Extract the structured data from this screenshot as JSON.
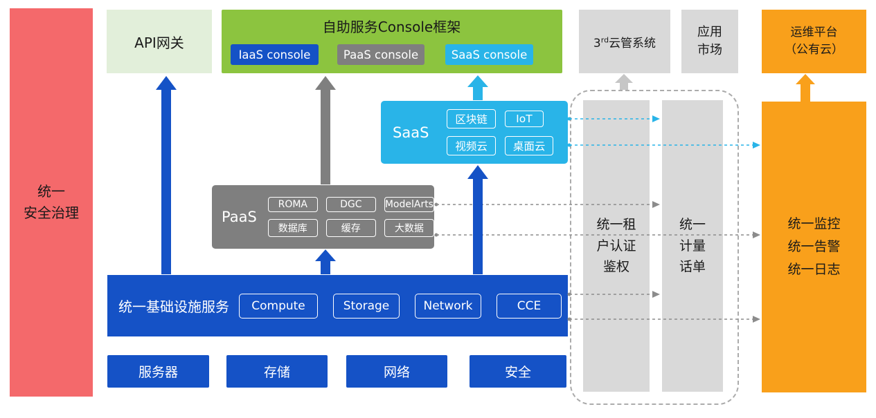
{
  "security_bar": {
    "label": "统一\n安全治理"
  },
  "api_gateway": {
    "label": "API网关"
  },
  "console_framework": {
    "title": "自助服务Console框架",
    "chips": [
      {
        "label": "IaaS console",
        "color": "#1552c6"
      },
      {
        "label": "PaaS console",
        "color": "#7f7f7f"
      },
      {
        "label": "SaaS console",
        "color": "#29b4e8"
      }
    ]
  },
  "third_party_cloud": {
    "prefix": "3",
    "sup": "rd",
    "suffix": "云管系统"
  },
  "app_market": {
    "label": "应用\n市场"
  },
  "ops_platform": {
    "label": "运维平台\n（公有云）"
  },
  "saas": {
    "label": "SaaS",
    "chips": [
      "区块链",
      "IoT",
      "视频云",
      "桌面云"
    ]
  },
  "paas": {
    "label": "PaaS",
    "chips": [
      "ROMA",
      "DGC",
      "ModelArts",
      "数据库",
      "缓存",
      "大数据"
    ]
  },
  "iaas": {
    "label": "统一基础设施服务",
    "chips": [
      "Compute",
      "Storage",
      "Network",
      "CCE"
    ]
  },
  "hardware_row": [
    "服务器",
    "存储",
    "网络",
    "安全"
  ],
  "auth_column": {
    "label": "统一租\n户认证\n鉴权"
  },
  "metering_column": {
    "label": "统一\n计量\n话单"
  },
  "monitoring_bar": {
    "label": "统一监控\n统一告警\n统一日志"
  },
  "colors": {
    "security_red": "#f4696b",
    "api_light_green": "#e2efda",
    "console_green": "#8cc43f",
    "iaas_blue": "#1552c6",
    "paas_gray": "#7f7f7f",
    "panel_light_gray": "#d9d9d9",
    "saas_cyan": "#29b4e8",
    "ops_orange": "#f9a01b"
  }
}
